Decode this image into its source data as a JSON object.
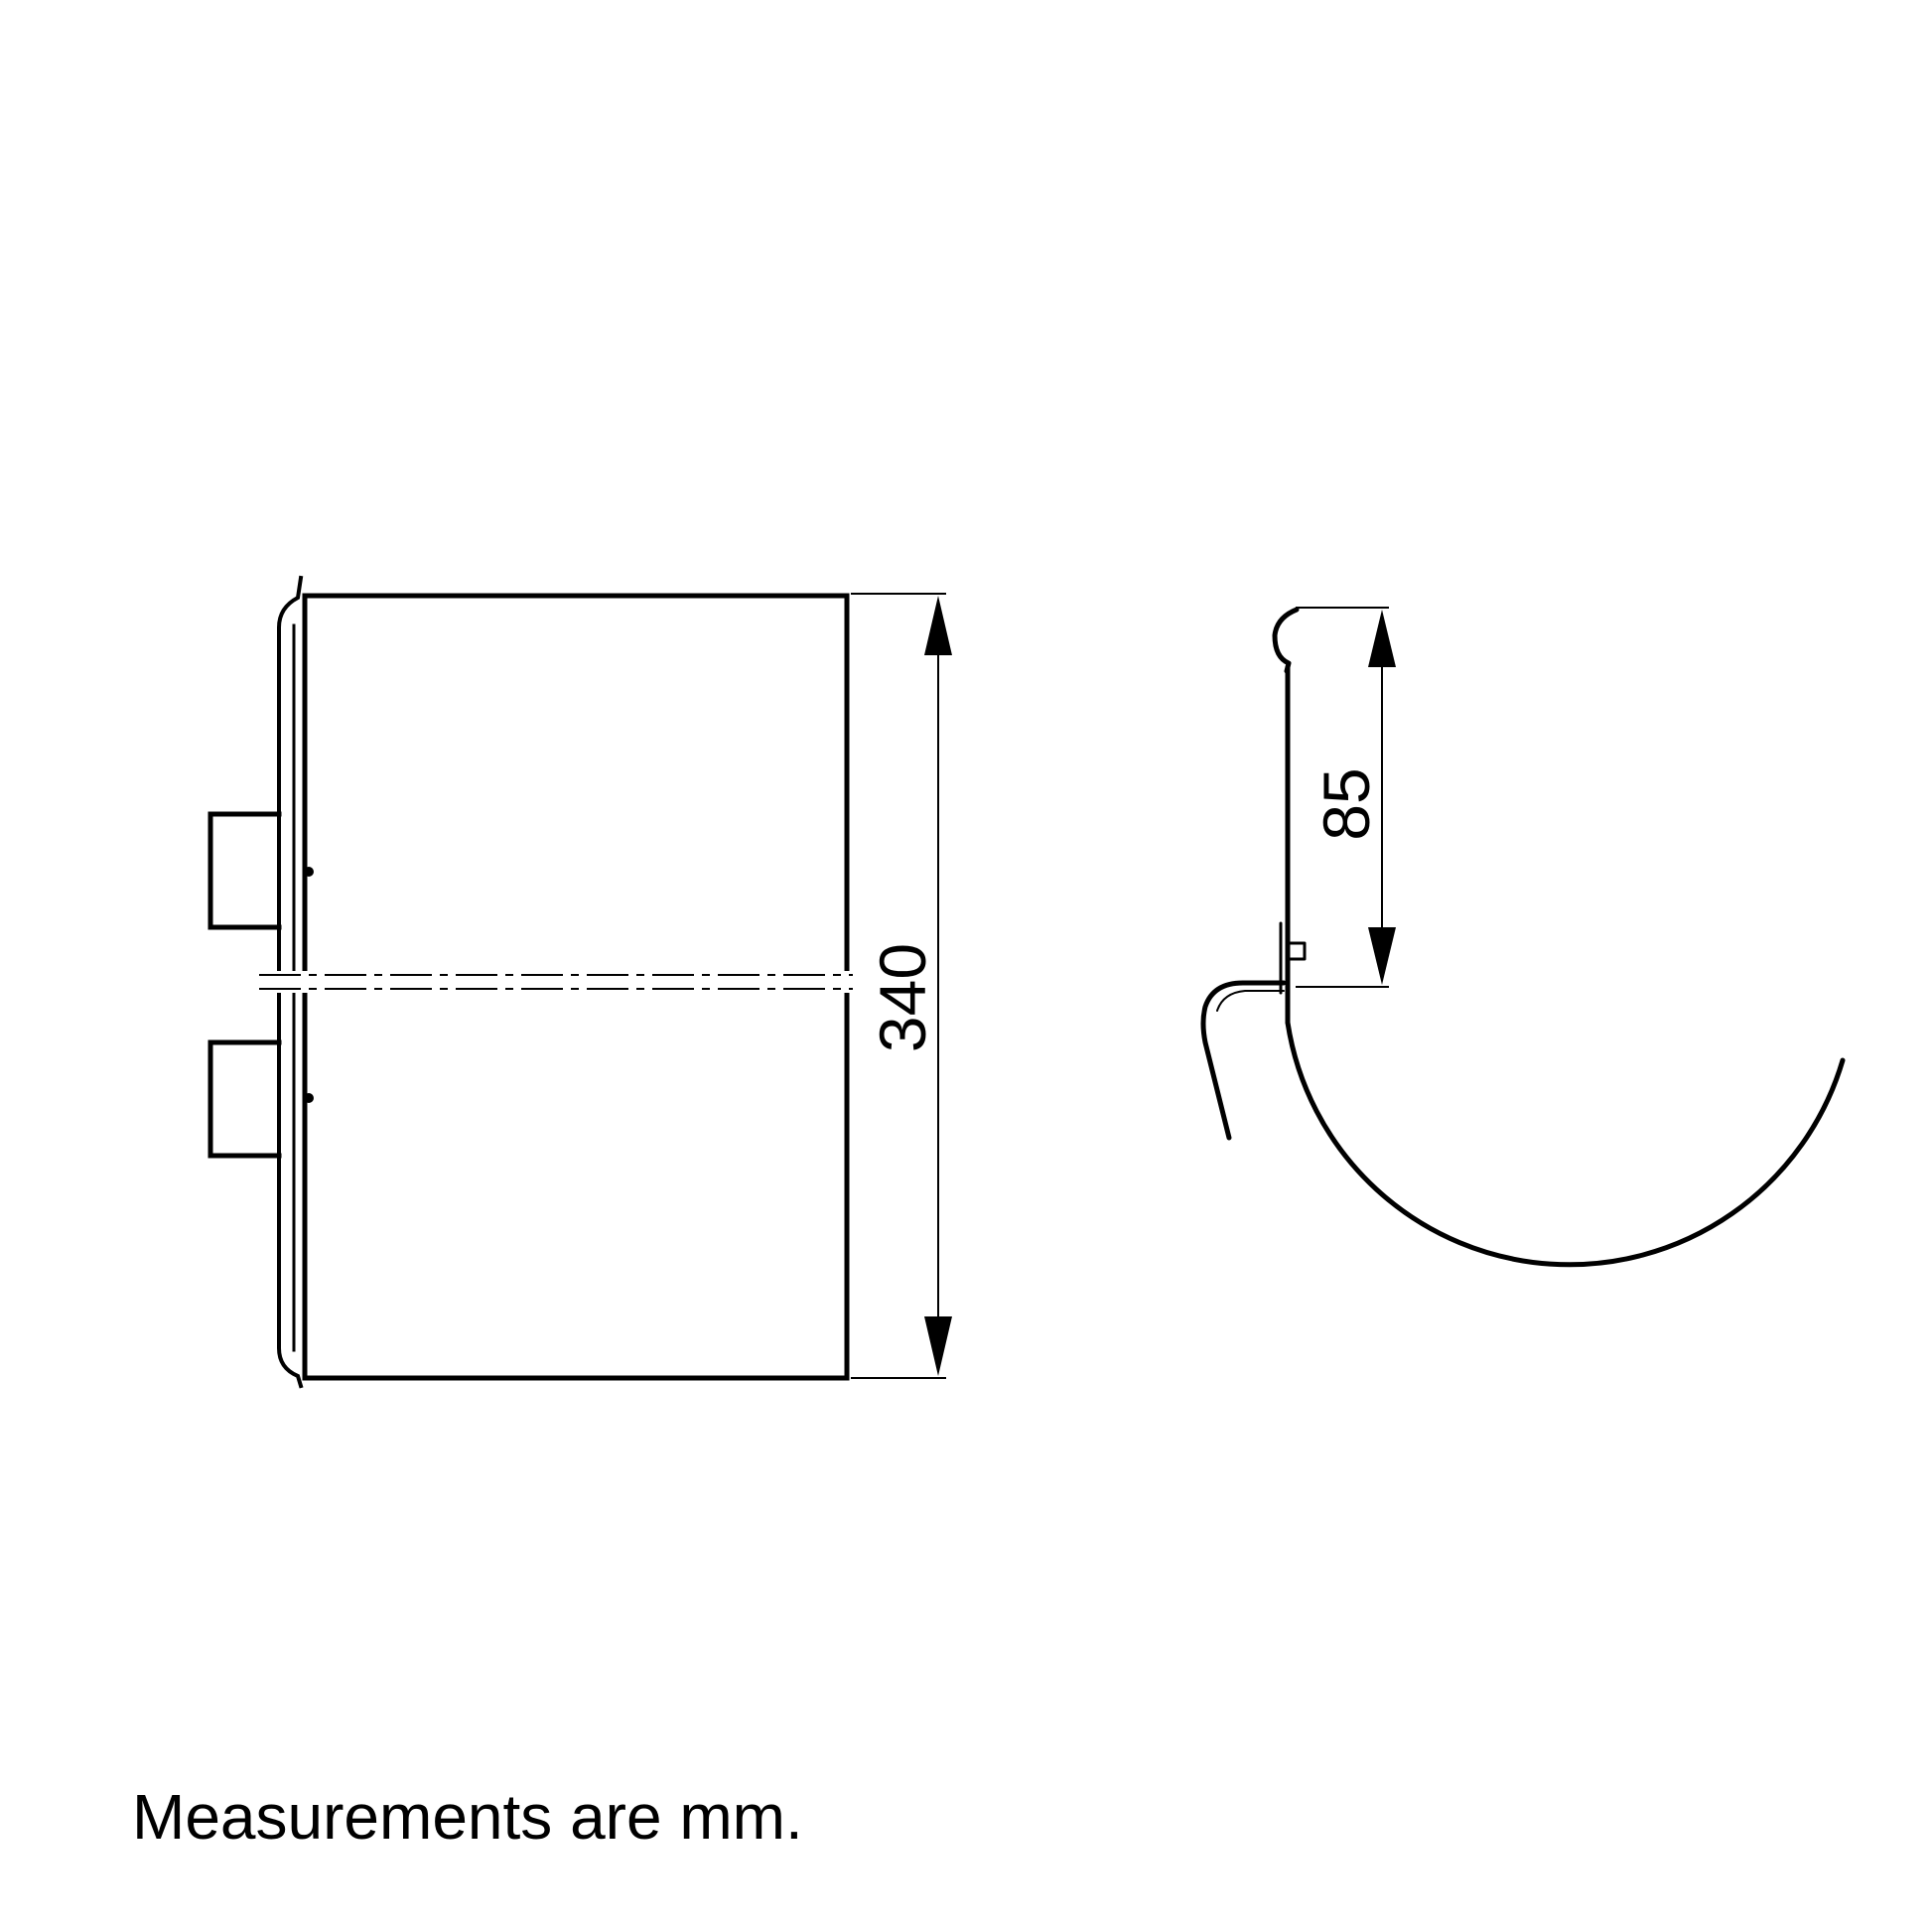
{
  "diagram": {
    "front_view": {
      "height_dimension": "340"
    },
    "side_view": {
      "depth_dimension": "85"
    },
    "note": "Measurements are mm."
  },
  "colors": {
    "line": "#000000",
    "background": "#ffffff"
  }
}
